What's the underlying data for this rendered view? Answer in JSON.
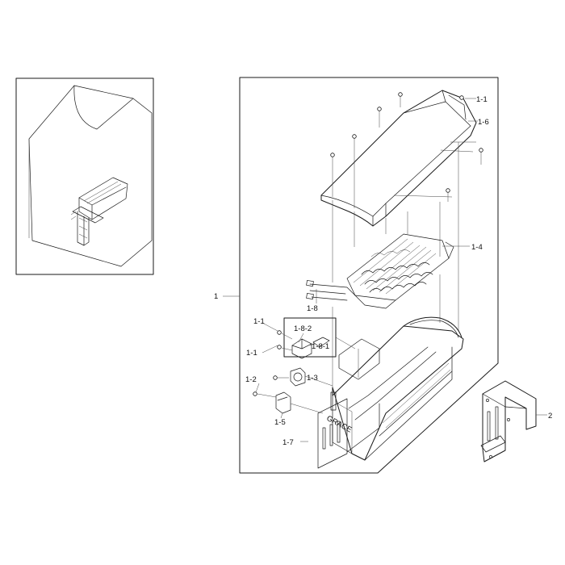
{
  "parts": {
    "p1": "1",
    "p1_1a": "1-1",
    "p1_1b": "1-1",
    "p1_1c": "1-1",
    "p1_2": "1-2",
    "p1_3": "1-3",
    "p1_4": "1-4",
    "p1_5": "1-5",
    "p1_6": "1-6",
    "p1_7": "1-7",
    "p1_8": "1-8",
    "p1_8_1": "1-8-1",
    "p1_8_2": "1-8-2",
    "p2": "2"
  },
  "stamp": "GRACE"
}
